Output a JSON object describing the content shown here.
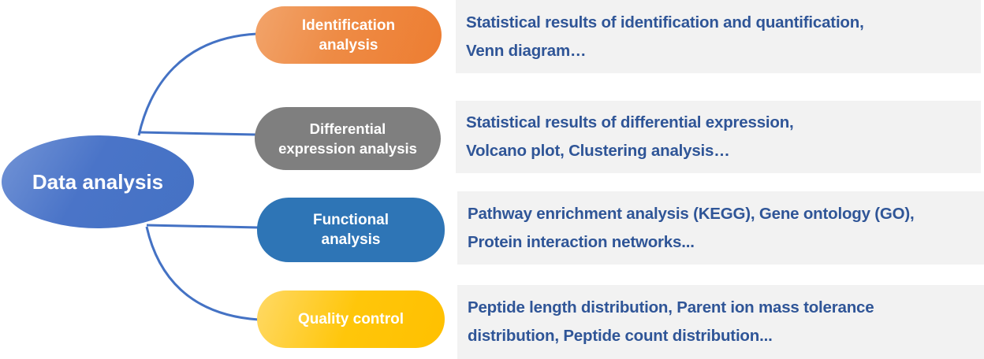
{
  "diagram": {
    "root": {
      "label": "Data analysis",
      "color": "#4472c4"
    },
    "connector_color": "#4472c4",
    "branches": [
      {
        "label": "Identification\nanalysis",
        "color": "#ed7d31",
        "details": [
          "Statistical results of identification and quantification,",
          "Venn diagram…"
        ]
      },
      {
        "label": "Differential\nexpression analysis",
        "color": "#7f7f7f",
        "details": [
          "Statistical results of differential expression,",
          "Volcano plot, Clustering analysis…"
        ]
      },
      {
        "label": "Functional\nanalysis",
        "color": "#2e75b6",
        "details": [
          "Pathway enrichment analysis (KEGG), Gene ontology (GO),",
          "Protein interaction networks..."
        ]
      },
      {
        "label": "Quality control",
        "color": "#ffc000",
        "details": [
          "Peptide length distribution, Parent ion mass tolerance",
          "distribution, Peptide count distribution..."
        ]
      }
    ],
    "detail_text_color": "#2f5597",
    "detail_bg_color": "#f2f2f2"
  }
}
